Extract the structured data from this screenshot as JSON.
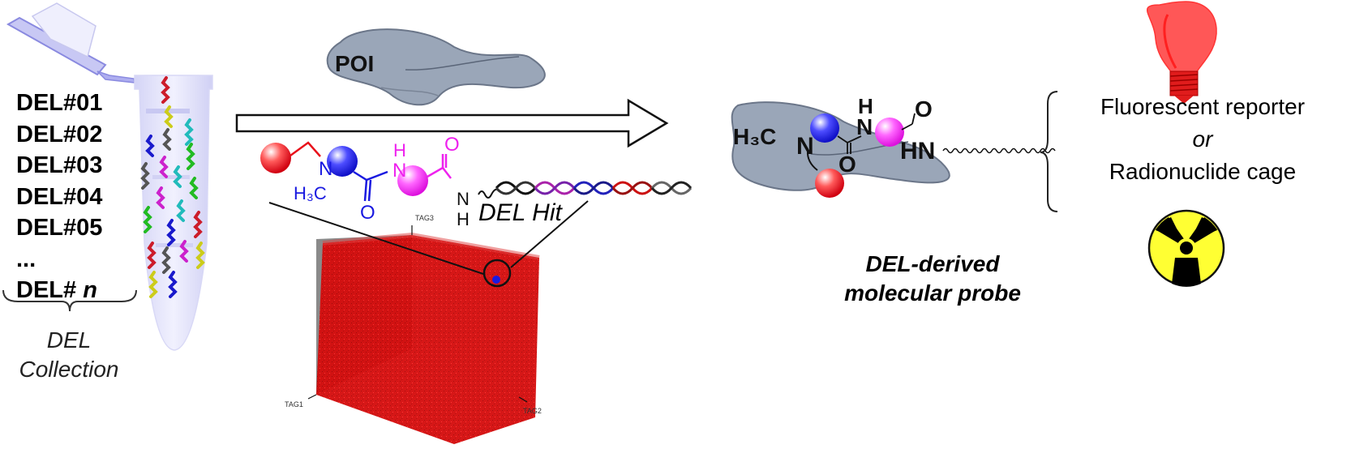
{
  "figure": {
    "del_collection": {
      "libraries": [
        "DEL#01",
        "DEL#02",
        "DEL#03",
        "DEL#04",
        "DEL#05",
        "...",
        "DEL# n"
      ],
      "caption_line1": "DEL",
      "caption_line2": "Collection"
    },
    "protein": {
      "label": "POI"
    },
    "hit": {
      "label": "DEL Hit",
      "chem": {
        "n_methyl": "N",
        "h3c": "H₃C",
        "o1": "O",
        "nh_h": "H",
        "nh_n": "N",
        "o2": "O",
        "n_amide": "N",
        "h_amide": "H"
      },
      "cube_axes": [
        "TAG1",
        "TAG2",
        "TAG3"
      ]
    },
    "probe": {
      "chem": {
        "h3c": "H₃C",
        "n": "N",
        "nh_h": "H",
        "nh_n": "N",
        "o_top": "O",
        "hn": "HN",
        "o_bottom": "O"
      },
      "caption_line1": "DEL-derived",
      "caption_line2": "molecular probe"
    },
    "options": {
      "fluorescent": "Fluorescent reporter",
      "or": "or",
      "radionuclide": "Radionuclide cage"
    },
    "colors": {
      "red_bb": "#e8101a",
      "blue_bb": "#1a1ae0",
      "magenta_bb": "#ee22ee",
      "protein": "#9aa6b8",
      "cube_red": "#d40d0d",
      "tube": "#dcdcf8",
      "bulb": "#ff5555",
      "radiation_yellow": "#ffff33"
    }
  }
}
